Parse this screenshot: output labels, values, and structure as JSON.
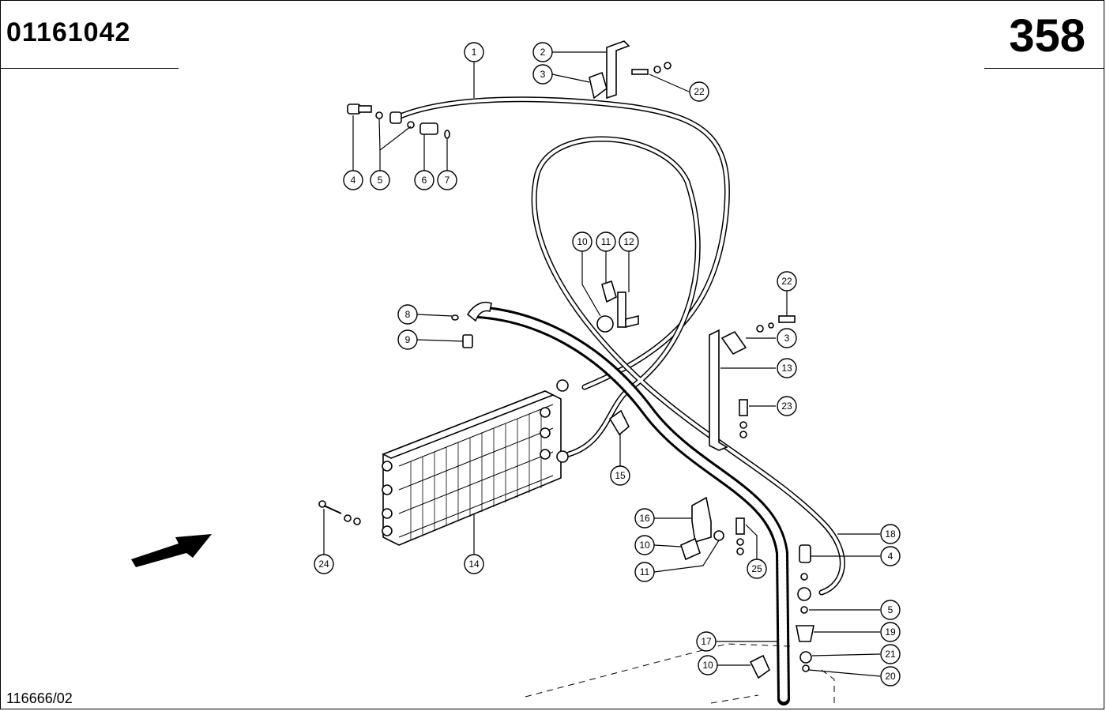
{
  "header": {
    "doc_number": "01161042",
    "page_number": "358"
  },
  "footer": {
    "reference": "116666/02"
  },
  "callouts": [
    {
      "label": "1"
    },
    {
      "label": "2"
    },
    {
      "label": "3"
    },
    {
      "label": "22"
    },
    {
      "label": "4"
    },
    {
      "label": "5"
    },
    {
      "label": "6"
    },
    {
      "label": "7"
    },
    {
      "label": "10"
    },
    {
      "label": "11"
    },
    {
      "label": "12"
    },
    {
      "label": "22"
    },
    {
      "label": "3"
    },
    {
      "label": "13"
    },
    {
      "label": "23"
    },
    {
      "label": "8"
    },
    {
      "label": "9"
    },
    {
      "label": "15"
    },
    {
      "label": "14"
    },
    {
      "label": "24"
    },
    {
      "label": "16"
    },
    {
      "label": "10"
    },
    {
      "label": "11"
    },
    {
      "label": "25"
    },
    {
      "label": "18"
    },
    {
      "label": "4"
    },
    {
      "label": "5"
    },
    {
      "label": "19"
    },
    {
      "label": "17"
    },
    {
      "label": "21"
    },
    {
      "label": "10"
    },
    {
      "label": "20"
    }
  ]
}
